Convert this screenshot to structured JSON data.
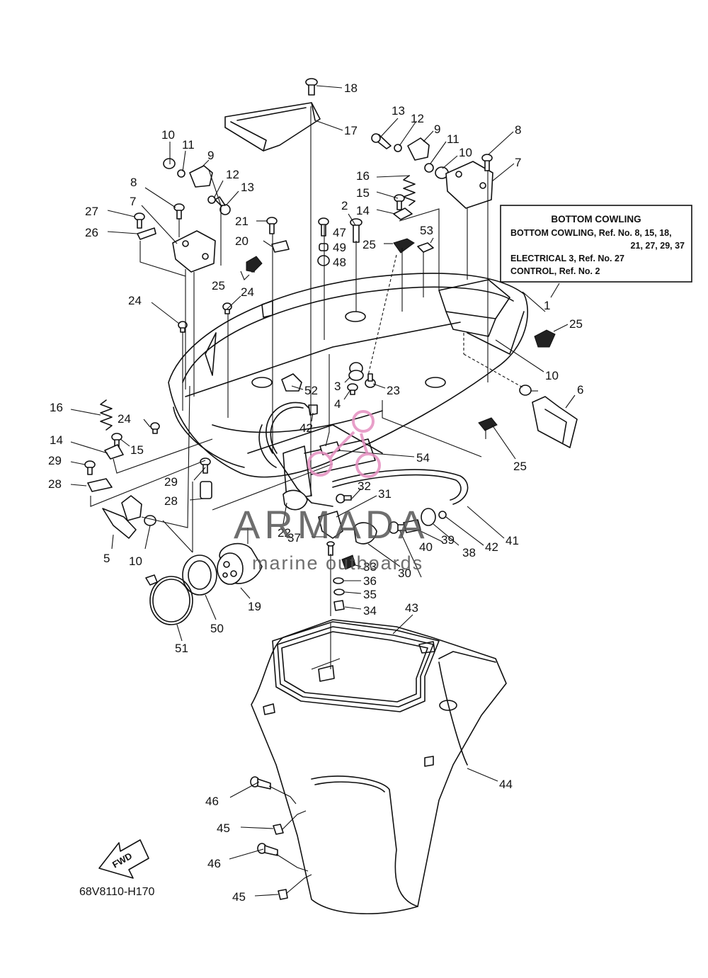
{
  "diagram_code": "68V8110-H170",
  "fwd_label": "FWD",
  "info_box": {
    "title": "BOTTOM COWLING",
    "lines": [
      "BOTTOM COWLING,  Ref. No. 8, 15, 18,",
      "21, 27, 29, 37",
      "ELECTRICAL 3,  Ref. No. 27",
      "CONTROL,  Ref. No. 2"
    ]
  },
  "watermark": {
    "brand": "ARMADA",
    "tagline": "marine outboards",
    "accent_color": "#e58fc0"
  },
  "part_labels": [
    "1",
    "2",
    "3",
    "4",
    "5",
    "6",
    "7",
    "7",
    "8",
    "8",
    "9",
    "9",
    "10",
    "10",
    "10",
    "10",
    "11",
    "11",
    "12",
    "12",
    "13",
    "13",
    "14",
    "14",
    "15",
    "15",
    "16",
    "16",
    "17",
    "18",
    "19",
    "20",
    "21",
    "22",
    "23",
    "24",
    "24",
    "24",
    "25",
    "25",
    "25",
    "25",
    "26",
    "27",
    "28",
    "28",
    "29",
    "29",
    "30",
    "31",
    "32",
    "33",
    "34",
    "35",
    "36",
    "37",
    "38",
    "39",
    "40",
    "41",
    "42",
    "42",
    "43",
    "44",
    "45",
    "45",
    "46",
    "46",
    "47",
    "48",
    "49",
    "50",
    "51",
    "52",
    "53",
    "54"
  ]
}
